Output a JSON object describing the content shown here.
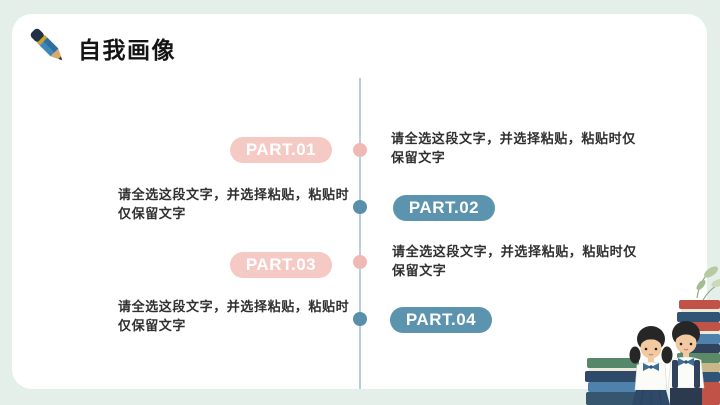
{
  "slide": {
    "title": "自我画像",
    "frame_color": "#e5efe9",
    "accent_pink": "#f5cac5",
    "accent_blue": "#5c93ae",
    "timeline_line_color": "#b6cfd9"
  },
  "timeline": {
    "items": [
      {
        "label": "PART.01",
        "color": "pink",
        "side": "left",
        "description": "请全选这段文字，并选择粘贴，粘贴时仅保留文字"
      },
      {
        "label": "PART.02",
        "color": "blue",
        "side": "right",
        "description": "请全选这段文字，并选择粘贴，粘贴时仅保留文字"
      },
      {
        "label": "PART.03",
        "color": "pink",
        "side": "left",
        "description": "请全选这段文字，并选择粘贴，粘贴时仅保留文字"
      },
      {
        "label": "PART.04",
        "color": "blue",
        "side": "right",
        "description": "请全选这段文字，并选择粘贴，粘贴时仅保留文字"
      }
    ]
  },
  "icons": {
    "title_icon": "pencil-icon",
    "illustration": "two-students-with-book-stacks"
  }
}
